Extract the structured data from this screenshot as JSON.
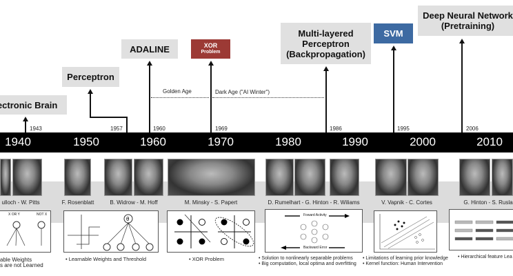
{
  "milestones": [
    {
      "title": "Electronic Brain",
      "year": "1943"
    },
    {
      "title": "Perceptron",
      "year": "1957"
    },
    {
      "title": "ADALINE",
      "year": "1960"
    },
    {
      "title_line1": "XOR",
      "title_line2": "Problem",
      "year": "1969"
    },
    {
      "title_line1": "Multi-layered",
      "title_line2": "Perceptron",
      "title_line3": "(Backpropagation)",
      "year": "1986"
    },
    {
      "title": "SVM",
      "year": "1995"
    },
    {
      "title_line1": "Deep Neural Network",
      "title_line2": "(Pretraining)",
      "year": "2006"
    }
  ],
  "eras": {
    "golden": "Golden Age",
    "dark": "Dark Age (\"AI Winter\")"
  },
  "decades": [
    "1940",
    "1950",
    "1960",
    "1970",
    "1980",
    "1990",
    "2000",
    "2010"
  ],
  "people": [
    "ulloch - W. Pitts",
    "F. Rosenblatt",
    "B. Widrow - M. Hoff",
    "M. Minsky - S. Papert",
    "D. Rumelhart - G. Hinton - R. Wiliams",
    "V. Vapnik - C. Cortes",
    "G. Hinton - S. Rusla"
  ],
  "diagram_labels": {
    "xor_y": "X OR Y",
    "not_x": "NOT X",
    "forward": "Foward Activity",
    "backward": "Backward Error",
    "theta": "θ"
  },
  "captions": {
    "c1a": "able Weights",
    "c1b": "s are not Learned",
    "c2": "•  Learnable Weights  and Threshold",
    "c3": "•  XOR Problem",
    "c4a": "•  Solution to nonlinearly separable problems",
    "c4b": "•  Big computation, local optima and overfitting",
    "c5a": "•  Limitations of learning prior knowledge",
    "c5b": "•  Kernel function: Human Intervention",
    "c6": "•  Hierarchical feature Lea"
  },
  "colors": {
    "xor": "#9c3a35",
    "svm": "#3d6aa2",
    "box": "#e0e0e0"
  }
}
